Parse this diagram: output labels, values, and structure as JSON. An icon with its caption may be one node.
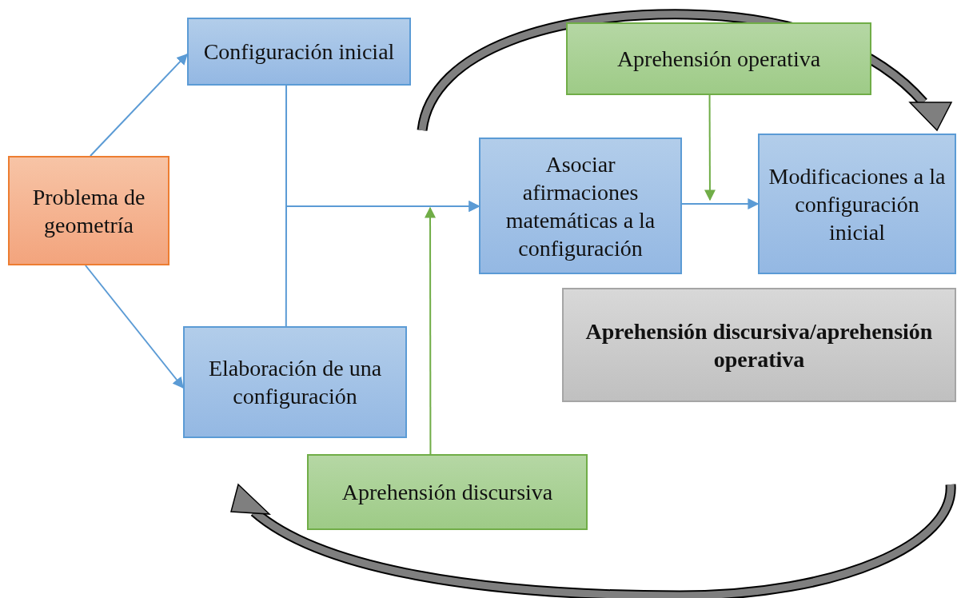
{
  "diagram": {
    "nodes": [
      {
        "text": [
          "Problema de geometría"
        ]
      },
      {
        "text": [
          "Configuración inicial"
        ]
      },
      {
        "text": [
          "Elaboración de una configuración"
        ]
      },
      {
        "text": [
          "Asociar afirmaciones matemáticas a la configuración"
        ]
      },
      {
        "text": [
          "Modificaciones a la configuración inicial"
        ]
      },
      {
        "text": [
          "Aprehensión operativa"
        ]
      },
      {
        "text": [
          "Aprehensión discursiva"
        ]
      },
      {
        "text": [
          "Aprehensión discursiva/aprehensión operativa"
        ]
      }
    ],
    "edges": [
      {
        "from": 0,
        "to": 1,
        "arrow": "to"
      },
      {
        "from": 0,
        "to": 2,
        "arrow": "to"
      },
      {
        "from": 1,
        "to": 3,
        "arrow": "to"
      },
      {
        "from": 2,
        "to": 3,
        "arrow": "to"
      },
      {
        "from": 3,
        "to": 4,
        "arrow": "to"
      },
      {
        "from": 6,
        "to": null,
        "arrow": "to",
        "color": "#70ad47"
      },
      {
        "from": 5,
        "to": null,
        "arrow": "to",
        "color": "#70ad47"
      }
    ]
  }
}
